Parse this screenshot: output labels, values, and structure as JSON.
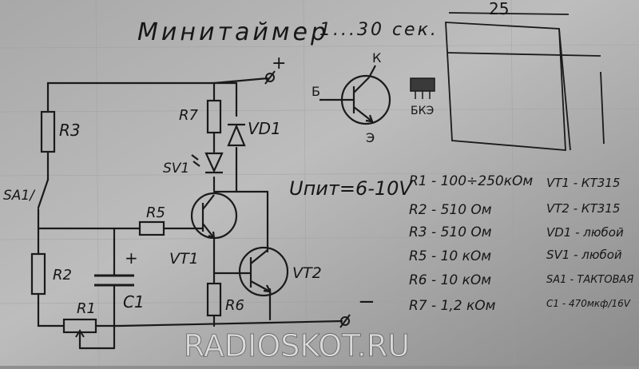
{
  "title": "Минитаймер",
  "subtitle": "1...30 сек.",
  "supply_label": "Uпит=6-10V",
  "terminal_plus": "+",
  "terminal_minus": "−",
  "component_labels": {
    "r3": "R3",
    "r7": "R7",
    "vd1": "VD1",
    "sv1": "SV1",
    "sa1": "SA1/",
    "r5": "R5",
    "vt1": "VT1",
    "vt2": "VT2",
    "r2": "R2",
    "r1": "R1",
    "c1": "C1",
    "c1_plus": "+",
    "r6": "R6"
  },
  "pinout": {
    "k": "К",
    "b": "Б",
    "e": "Э",
    "package": "БКЭ"
  },
  "dimension_label": "25",
  "parts_left": [
    "R1 - 100÷250кОм",
    "R2 - 510 Ом",
    "R3 - 510 Ом",
    "R5 - 10 кОм",
    "R6 - 10 кОм",
    "R7 - 1,2 кОм"
  ],
  "parts_right": [
    "VT1 - КТ315",
    "VT2 - КТ315",
    "VD1 - любой",
    "SV1 - любой",
    "SA1 - ТАКТОВАЯ",
    "C1 - 470мкф/16V"
  ],
  "watermark": "RADIOSKOT.RU"
}
